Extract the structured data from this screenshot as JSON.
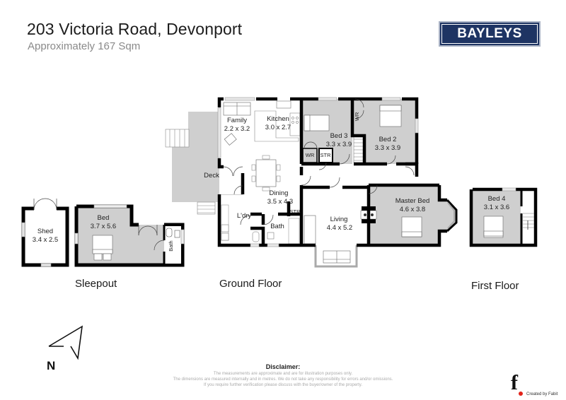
{
  "header": {
    "title": "203 Victoria Road, Devonport",
    "subtitle": "Approximately 167 Sqm"
  },
  "brand": {
    "logo_text": "BAYLEYS",
    "logo_bg": "#1e3463"
  },
  "colors": {
    "room_fill": "#cfcfcf",
    "wall": "#000000",
    "window": "#b5b5b5"
  },
  "floors": {
    "sleepout": {
      "label": "Sleepout",
      "rooms": [
        {
          "name": "Shed",
          "dims": "3.4 x 2.5"
        },
        {
          "name": "Bed",
          "dims": "3.7 x 5.6"
        },
        {
          "name": "Bath",
          "dims": ""
        }
      ]
    },
    "ground": {
      "label": "Ground Floor",
      "rooms": [
        {
          "name": "Family",
          "dims": "2.2 x 3.2"
        },
        {
          "name": "Kitchen",
          "dims": "3.0 x 2.7"
        },
        {
          "name": "Bed 3",
          "dims": "3.3 x 3.9"
        },
        {
          "name": "Bed 2",
          "dims": "3.3 x 3.9"
        },
        {
          "name": "Deck",
          "dims": ""
        },
        {
          "name": "Dining",
          "dims": "3.5 x 4.3"
        },
        {
          "name": "L'dry",
          "dims": ""
        },
        {
          "name": "Bath",
          "dims": ""
        },
        {
          "name": "Living",
          "dims": "4.4 x 5.2"
        },
        {
          "name": "Master Bed",
          "dims": "4.6 x 3.8"
        },
        {
          "name": "WR",
          "dims": ""
        },
        {
          "name": "STR",
          "dims": ""
        },
        {
          "name": "WR",
          "dims": ""
        },
        {
          "name": "STR",
          "dims": ""
        }
      ]
    },
    "first": {
      "label": "First Floor",
      "rooms": [
        {
          "name": "Bed 4",
          "dims": "3.1 x 3.6"
        }
      ]
    }
  },
  "compass": {
    "label": "N"
  },
  "disclaimer": {
    "title": "Disclaimer:",
    "lines": [
      "The measurements are approximate and are for illustration purposes only.",
      "The dimensions are measured internally and in metres. We do not take any responsibility for errors and/or omissions.",
      "If you require further verification please discuss with the buyer/owner of the property."
    ]
  },
  "credit": {
    "text": "Created by Fabit"
  }
}
